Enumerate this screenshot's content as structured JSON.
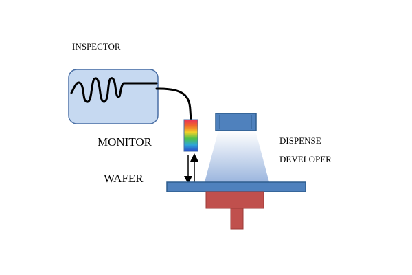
{
  "labels": {
    "inspector": "INSPECTOR",
    "monitor": "MONITOR",
    "wafer": "WAFER",
    "dispense": "DISPENSE",
    "developer": "DEVELOPER"
  },
  "colors": {
    "inspector_fill": "#c6d9f1",
    "inspector_stroke": "#4a6fa5",
    "nozzle_fill": "#4f81bd",
    "nozzle_stroke": "#2e5d8e",
    "spray_top": "#dbe5f4",
    "spray_bottom": "#9cb6de",
    "wafer_fill": "#4f81bd",
    "chuck_fill": "#c0504d",
    "cable": "#000000",
    "waveform": "#000000"
  },
  "icons": {
    "waveform": "waveform-icon",
    "sensor": "spectrum-sensor-icon",
    "arrows": "up-down-arrows-icon"
  }
}
